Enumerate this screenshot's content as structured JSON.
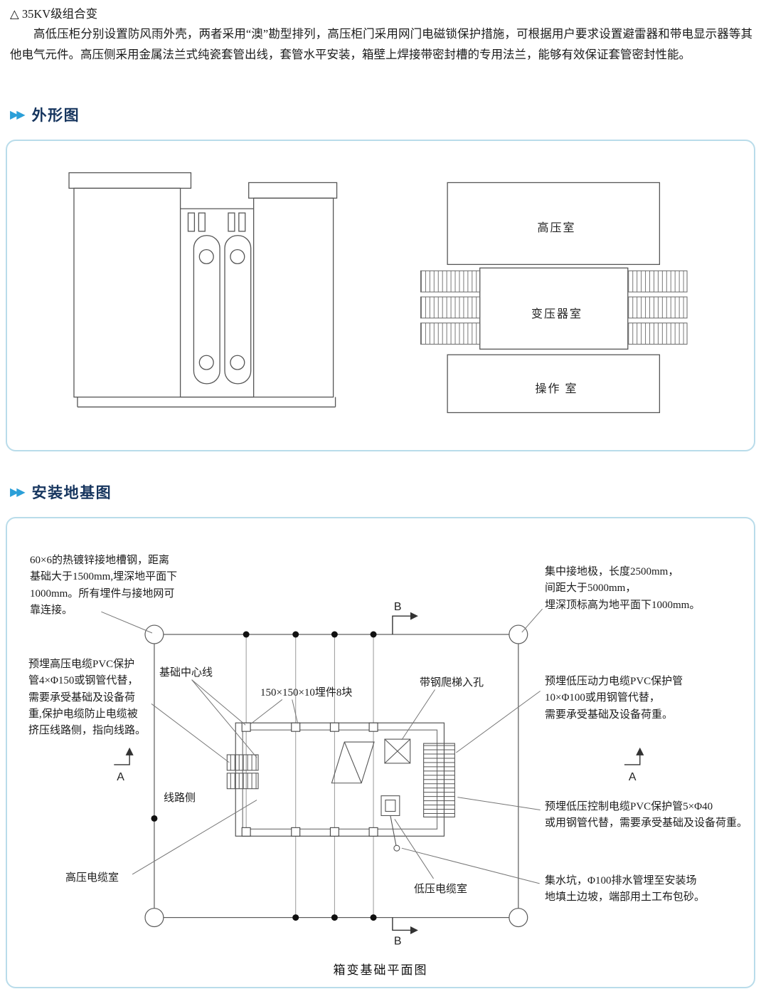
{
  "intro": {
    "heading": "△ 35KV级组合变",
    "paragraph": "高低压柜分别设置防风雨外壳，两者采用“澳”勘型排列，高压柜门采用网门电磁锁保护措施，可根据用户要求设置避雷器和带电显示器等其他电气元件。高压侧采用金属法兰式纯瓷套管出线，套管水平安装，箱壁上焊接带密封槽的专用法兰，能够有效保证套管密封性能。"
  },
  "sections": {
    "outline_title": "外形图",
    "foundation_title": "安装地基图"
  },
  "outline_figure": {
    "room_high_voltage": "高压室",
    "room_transformer": "变压器室",
    "room_operation": "操作 室"
  },
  "foundation_figure": {
    "ann_ground_channel": "60×6的热镀锌接地槽钢，距离\n基础大于1500mm,埋深地平面下\n1000mm。所有埋件与接地网可\n靠连接。",
    "ann_electrode": "集中接地极，长度2500mm，\n间距大于5000mm，\n埋深顶标高为地平面下1000mm。",
    "ann_hv_pvc": "预埋高压电缆PVC保护\n管4×Φ150或钢管代替，\n需要承受基础及设备荷\n重,保护电缆防止电缆被\n挤压线路侧，指向线路。",
    "ann_centerline": "基础中心线",
    "ann_embeds": "150×150×10埋件8块",
    "ann_ladder": "带钢爬梯入孔",
    "ann_lv_power": "预埋低压动力电缆PVC保护管\n10×Φ100或用钢管代替，\n需要承受基础及设备荷重。",
    "ann_line_side": "线路侧",
    "ann_lv_control": "预埋低压控制电缆PVC保护管5×Φ40\n或用钢管代替，需要承受基础及设备荷重。",
    "ann_hv_cable_room": "高压电缆室",
    "ann_lv_cable_room": "低压电缆室",
    "ann_sump": "集水坑，Φ100排水管埋至安装场\n地填土边坡，端部用土工布包砂。",
    "marker_a": "A",
    "marker_b": "B",
    "caption": "箱变基础平面图"
  },
  "colors": {
    "accent_blue": "#2b9fd8",
    "title_navy": "#16355e",
    "panel_border": "#b9dcea",
    "line_gray": "#555555"
  }
}
